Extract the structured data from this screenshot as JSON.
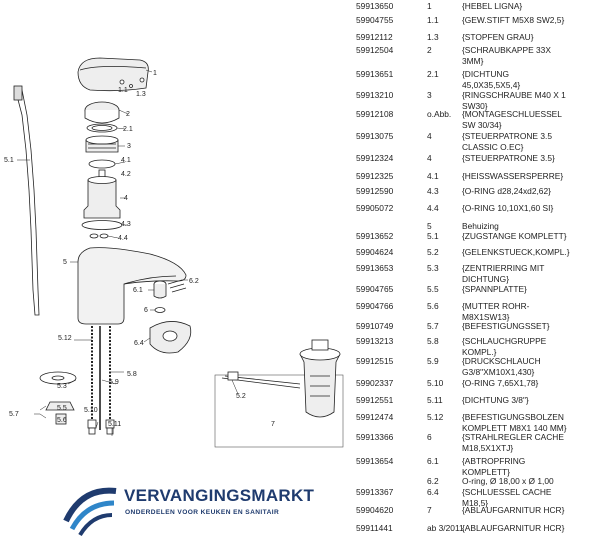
{
  "diagram": {
    "callouts": {
      "c1": "1",
      "c11": "1.1",
      "c13": "1.3",
      "c2": "2",
      "c21": "2.1",
      "c3": "3",
      "c41": "4.1",
      "c42": "4.2",
      "c4": "4",
      "c43": "4.3",
      "c44": "4.4",
      "c5": "5",
      "c51": "5.1",
      "c62": "6.2",
      "c61": "6.1",
      "c6": "6",
      "c64": "6.4",
      "c512": "5.12",
      "c58": "5.8",
      "c59": "5.9",
      "c53": "5.3",
      "c57": "5.7",
      "c55": "5.5",
      "c56": "5.6",
      "c510": "5.10",
      "c511": "5.11",
      "c52": "5.2",
      "c7": "7"
    }
  },
  "parts": [
    {
      "no": "59913650",
      "pos": "1",
      "desc": "{HEBEL LIGNA}"
    },
    {
      "no": "59904755",
      "pos": "1.1",
      "desc": "{GEW.STIFT M5X8 SW2,5}"
    },
    {
      "no": "59912112",
      "pos": "1.3",
      "desc": "{STOPFEN GRAU}"
    },
    {
      "no": "59912504",
      "pos": "2",
      "desc": "{SCHRAUBKAPPE 33X\n3MM}"
    },
    {
      "no": "59913651",
      "pos": "2.1",
      "desc": "{DICHTUNG\n45,0X35,5X5,4}"
    },
    {
      "no": "59913210",
      "pos": "3",
      "desc": "{RINGSCHRAUBE M40 X 1\nSW30}"
    },
    {
      "no": "59912108",
      "pos": "o.Abb.",
      "desc": "{MONTAGESCHLUESSEL\nSW 30/34}"
    },
    {
      "no": "59913075",
      "pos": "4",
      "desc": "{STEUERPATRONE 3.5\nCLASSIC O.EC}"
    },
    {
      "no": "59912324",
      "pos": "4",
      "desc": "{STEUERPATRONE 3.5}"
    },
    {
      "no": "59912325",
      "pos": "4.1",
      "desc": "{HEISSWASSERSPERRE}"
    },
    {
      "no": "59912590",
      "pos": "4.3",
      "desc": "{O-RING d28,24xd2,62}"
    },
    {
      "no": "59905072",
      "pos": "4.4",
      "desc": "{O-RING 10,10X1,60 SI}"
    },
    {
      "no": "",
      "pos": "5",
      "desc": "Behuizing"
    },
    {
      "no": "59913652",
      "pos": "5.1",
      "desc": "{ZUGSTANGE KOMPLETT}"
    },
    {
      "no": "59904624",
      "pos": "5.2",
      "desc": "{GELENKSTUECK,KOMPL.}"
    },
    {
      "no": "59913653",
      "pos": "5.3",
      "desc": "{ZENTRIERRING MIT\nDICHTUNG}"
    },
    {
      "no": "59904765",
      "pos": "5.5",
      "desc": "{SPANNPLATTE}"
    },
    {
      "no": "59904766",
      "pos": "5.6",
      "desc": "{MUTTER ROHR-\nM8X1SW13}"
    },
    {
      "no": "59910749",
      "pos": "5.7",
      "desc": "{BEFESTIGUNGSSET}"
    },
    {
      "no": "59913213",
      "pos": "5.8",
      "desc": "{SCHLAUCHGRUPPE\nKOMPL.}"
    },
    {
      "no": "59912515",
      "pos": "5.9",
      "desc": "{DRUCKSCHLAUCH\nG3/8\"XM10X1,430}"
    },
    {
      "no": "59902337",
      "pos": "5.10",
      "desc": "{O-RING 7,65X1,78}"
    },
    {
      "no": "59912551",
      "pos": "5.11",
      "desc": "{DICHTUNG 3/8\"}"
    },
    {
      "no": "59912474",
      "pos": "5.12",
      "desc": "{BEFESTIGUNGSBOLZEN\nKOMPLETT M8X1 140 MM}"
    },
    {
      "no": "59913366",
      "pos": "6",
      "desc": "{STRAHLREGLER CACHE\nM18,5X1XTJ}"
    },
    {
      "no": "59913654",
      "pos": "6.1",
      "desc": "{ABTROPFRING\nKOMPLETT}"
    },
    {
      "no": "",
      "pos": "6.2",
      "desc": "O-ring, Ø 18,00 x Ø 1,00"
    },
    {
      "no": "59913367",
      "pos": "6.4",
      "desc": "{SCHLUESSEL CACHE\nM18,5}"
    },
    {
      "no": "59904620",
      "pos": "7",
      "desc": "{ABLAUFGARNITUR HCR}"
    },
    {
      "no": "59911441",
      "pos": "ab\n3/2011",
      "desc": "{ABLAUFGARNITUR HCR}"
    }
  ],
  "logo": {
    "title": "VERVANGINGSMARKT",
    "subtitle": "ONDERDELEN VOOR KEUKEN EN SANITAIR"
  },
  "colors": {
    "brand_blue": "#1f3b6e",
    "brand_light_blue": "#2f86c9",
    "line": "#222222"
  }
}
